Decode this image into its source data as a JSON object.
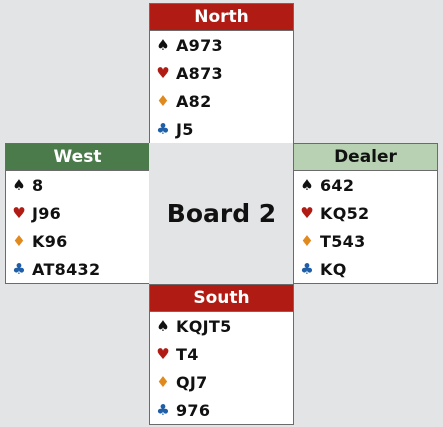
{
  "board": {
    "title": "Board 2"
  },
  "suits": {
    "spades": {
      "glyph": "♠",
      "color": "#111111",
      "icon": "spade-icon"
    },
    "hearts": {
      "glyph": "♥",
      "color": "#b01c14",
      "icon": "heart-icon"
    },
    "diamonds": {
      "glyph": "♦",
      "color": "#e08a1e",
      "icon": "diamond-icon"
    },
    "clubs": {
      "glyph": "♣",
      "color": "#1f5fa8",
      "icon": "club-icon"
    }
  },
  "hands": {
    "north": {
      "label": "North",
      "header_color": "#b01c14",
      "spades": "A973",
      "hearts": "A873",
      "diamonds": "A82",
      "clubs": "J5"
    },
    "west": {
      "label": "West",
      "header_color": "#4b7a4b",
      "spades": "8",
      "hearts": "J96",
      "diamonds": "K96",
      "clubs": "AT8432"
    },
    "east": {
      "label": "Dealer",
      "header_color": "#b7d1b2",
      "spades": "642",
      "hearts": "KQ52",
      "diamonds": "T543",
      "clubs": "KQ"
    },
    "south": {
      "label": "South",
      "header_color": "#b01c14",
      "spades": "KQJT5",
      "hearts": "T4",
      "diamonds": "QJ7",
      "clubs": "976"
    }
  }
}
